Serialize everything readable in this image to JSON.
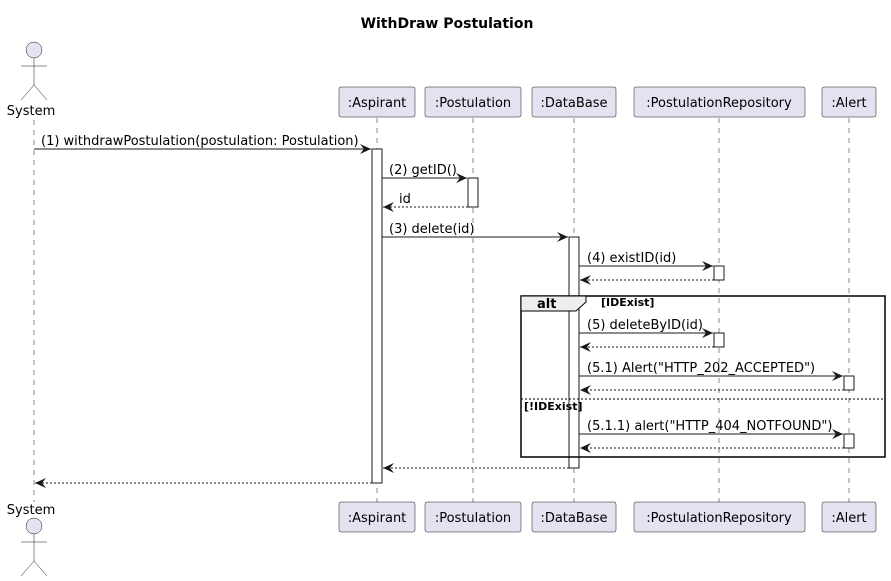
{
  "title": "WithDraw Postulation",
  "participants": {
    "system": "System",
    "aspirant": ":Aspirant",
    "postulation": ":Postulation",
    "database": ":DataBase",
    "repository": ":PostulationRepository",
    "alert": ":Alert"
  },
  "messages": {
    "m1": "(1) withdrawPostulation(postulation: Postulation)",
    "m2": "(2) getID()",
    "m2_return": "id",
    "m3": "(3) delete(id)",
    "m4": "(4) existID(id)",
    "m5": "(5) deleteByID(id)",
    "m51": "(5.1) Alert(\"HTTP_202_ACCEPTED\")",
    "m511": "(5.1.1) alert(\"HTTP_404_NOTFOUND\")"
  },
  "alt_fragment": {
    "keyword": "alt",
    "guard_1": "[IDExist]",
    "guard_2": "[!IDExist]"
  }
}
